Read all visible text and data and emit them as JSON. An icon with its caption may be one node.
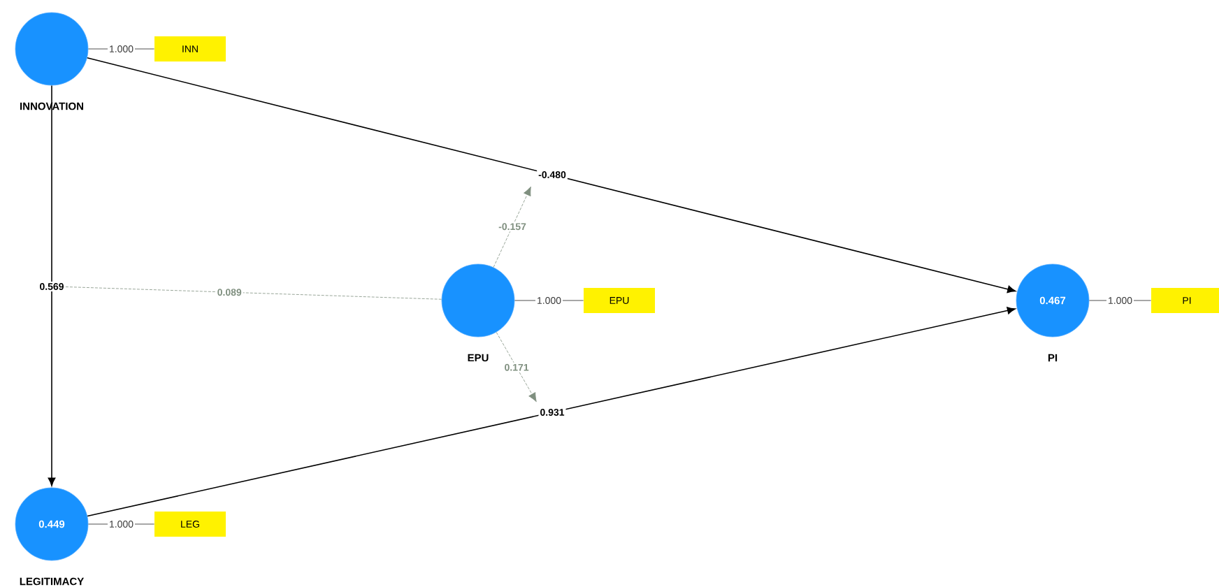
{
  "diagram": {
    "nodes": [
      {
        "text": [
          "INNOVATION"
        ]
      },
      {
        "text": [
          "INN"
        ]
      },
      {
        "text": [
          "EPU"
        ]
      },
      {
        "text": [
          "EPU"
        ]
      },
      {
        "text": [
          "0.467",
          "PI"
        ]
      },
      {
        "text": [
          "PI"
        ]
      },
      {
        "text": [
          "0.449",
          "LEGITIMACY"
        ]
      },
      {
        "text": [
          "LEG"
        ]
      }
    ],
    "edges": [
      {
        "from": 0,
        "to": 1,
        "arrow": "none",
        "label": "1.000"
      },
      {
        "from": 2,
        "to": 3,
        "arrow": "none",
        "label": "1.000"
      },
      {
        "from": 4,
        "to": 5,
        "arrow": "none",
        "label": "1.000"
      },
      {
        "from": 6,
        "to": 7,
        "arrow": "none",
        "label": "1.000"
      },
      {
        "from": 0,
        "to": 6,
        "arrow": "to",
        "label": "0.569"
      },
      {
        "from": 0,
        "to": 4,
        "arrow": "to",
        "label": "-0.480"
      },
      {
        "from": 6,
        "to": 4,
        "arrow": "to",
        "label": "0.931"
      },
      {
        "from": 2,
        "to": null,
        "arrow": "none",
        "label": "0.089",
        "style": "dashed",
        "color": "#7f8f7f"
      },
      {
        "from": 2,
        "to": null,
        "arrow": "to",
        "label": "-0.157",
        "style": "dashed",
        "color": "#7f8f7f"
      },
      {
        "from": 2,
        "to": null,
        "arrow": "to",
        "label": "0.171",
        "style": "dashed",
        "color": "#7f8f7f"
      }
    ]
  }
}
